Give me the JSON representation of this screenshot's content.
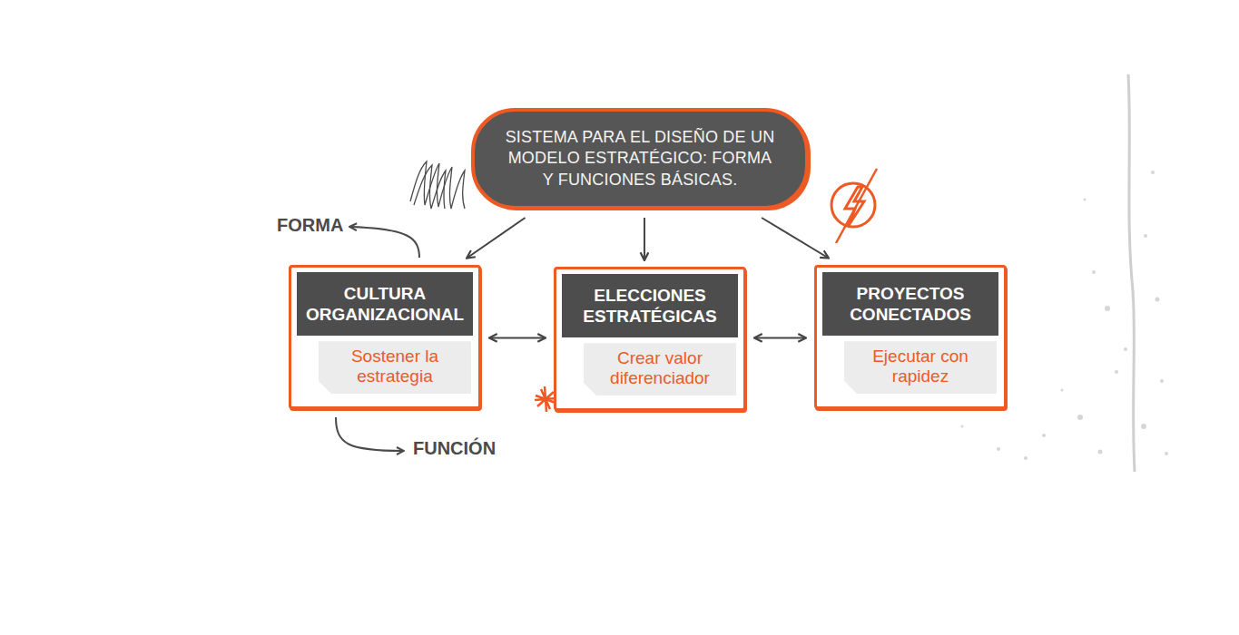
{
  "diagram": {
    "nodes": [
      {
        "text": [
          "SISTEMA PARA EL DISEÑO DE UN MODELO ESTRATÉGICO: FORMA Y FUNCIONES BÁSICAS."
        ]
      },
      {
        "text": [
          "CULTURA ORGANIZACIONAL",
          "Sostener la estrategia"
        ]
      },
      {
        "text": [
          "ELECCIONES ESTRATÉGICAS",
          "Crear valor diferenciador"
        ]
      },
      {
        "text": [
          "PROYECTOS CONECTADOS",
          "Ejecutar con rapidez"
        ]
      }
    ],
    "edges": [
      {
        "from": 0,
        "to": 1,
        "arrow": "to"
      },
      {
        "from": 0,
        "to": 2,
        "arrow": "to"
      },
      {
        "from": 0,
        "to": 3,
        "arrow": "to"
      },
      {
        "from": 1,
        "to": 2,
        "arrow": "both"
      },
      {
        "from": 2,
        "to": 3,
        "arrow": "both"
      }
    ],
    "labels": [
      "FORMA",
      "FUNCIÓN"
    ]
  }
}
